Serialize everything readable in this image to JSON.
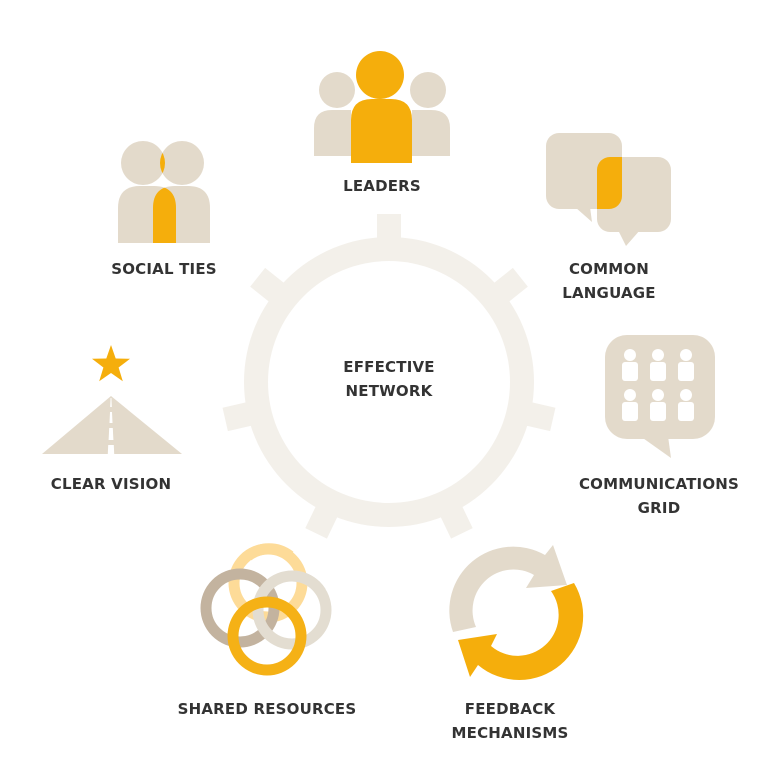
{
  "diagram": {
    "type": "hub-and-spoke",
    "colors": {
      "gold": "#F5AE0C",
      "beige": "#E3DACB",
      "gear": "#F3F0EA",
      "text": "#333333",
      "ring_light_yellow": "#FDDB98",
      "ring_taupe": "#C3B39F",
      "ring_light_beige": "#E3DDD1",
      "ring_gold": "#F5B116"
    },
    "center": {
      "icon": "gear-icon",
      "lines": [
        "EFFECTIVE",
        "NETWORK"
      ]
    },
    "nodes": [
      {
        "id": "leaders",
        "icon": "people-group-icon",
        "lines": [
          "LEADERS"
        ]
      },
      {
        "id": "common-language",
        "icon": "speech-bubbles-icon",
        "lines": [
          "COMMON",
          "LANGUAGE"
        ]
      },
      {
        "id": "communications-grid",
        "icon": "people-grid-bubble-icon",
        "lines": [
          "COMMUNICATIONS",
          "GRID"
        ]
      },
      {
        "id": "feedback-mechanisms",
        "icon": "cycle-arrows-icon",
        "lines": [
          "FEEDBACK",
          "MECHANISMS"
        ]
      },
      {
        "id": "shared-resources",
        "icon": "interlocking-rings-icon",
        "lines": [
          "SHARED RESOURCES"
        ]
      },
      {
        "id": "clear-vision",
        "icon": "road-star-icon",
        "lines": [
          "CLEAR VISION"
        ]
      },
      {
        "id": "social-ties",
        "icon": "two-people-icon",
        "lines": [
          "SOCIAL TIES"
        ]
      }
    ]
  }
}
